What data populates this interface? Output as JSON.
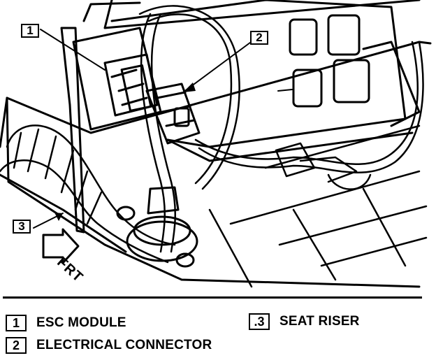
{
  "callouts": {
    "esc_module": "1",
    "electrical_connector": "2",
    "seat_riser": "3"
  },
  "direction_label": "FRT",
  "legend": {
    "items": [
      {
        "number": "1",
        "label": "ESC MODULE"
      },
      {
        "number": "2",
        "label": "ELECTRICAL CONNECTOR"
      },
      {
        "number": ".3",
        "label": "SEAT RISER"
      }
    ]
  }
}
